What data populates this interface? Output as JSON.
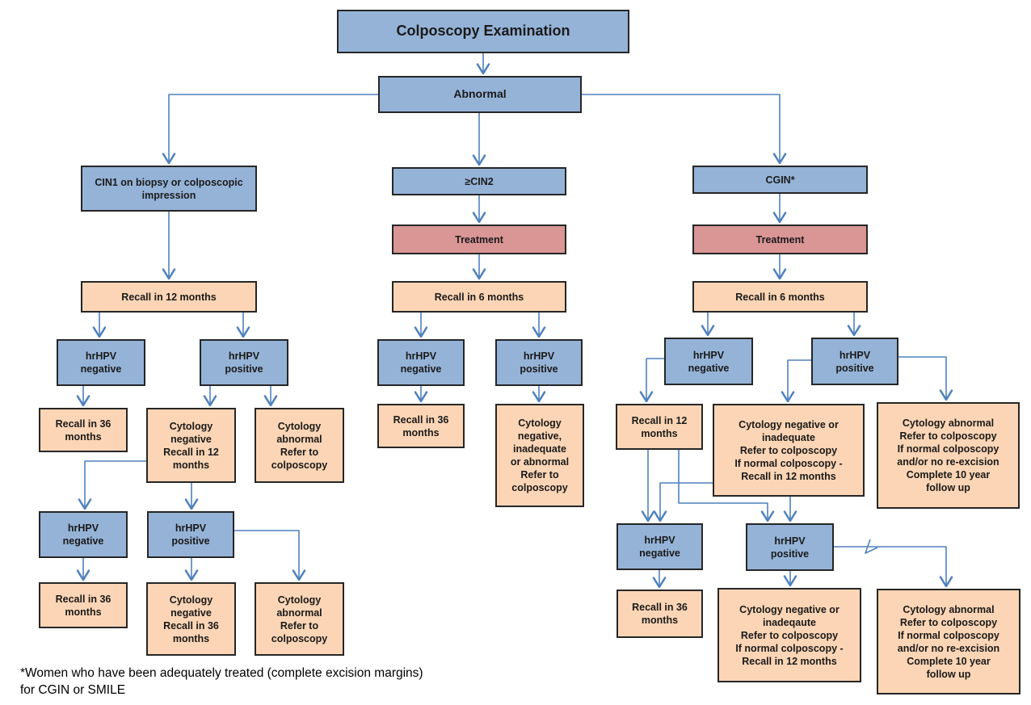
{
  "title": "Colposcopy Examination flowchart",
  "colors": {
    "blue": "#95b3d7",
    "orange": "#fbd5b5",
    "red": "#d99694",
    "arrow": "#4f81bd",
    "border": "#262626"
  },
  "nodes": {
    "title": {
      "label": "Colposcopy Examination",
      "type": "blue"
    },
    "abnormal": {
      "label": "Abnormal",
      "type": "blue"
    },
    "cin1": {
      "label": "CIN1 on biopsy or colposcopic\nimpression",
      "type": "blue"
    },
    "cin2": {
      "label": "≥CIN2",
      "type": "blue"
    },
    "cgin": {
      "label": "CGIN*",
      "type": "blue"
    },
    "treat_mid": {
      "label": "Treatment",
      "type": "red"
    },
    "treat_right": {
      "label": "Treatment",
      "type": "red"
    },
    "recall12_left": {
      "label": "Recall in 12 months",
      "type": "orange"
    },
    "recall6_mid": {
      "label": "Recall in 6 months",
      "type": "orange"
    },
    "recall6_right": {
      "label": "Recall in 6 months",
      "type": "orange"
    },
    "lneg": {
      "label": "hrHPV\nnegative",
      "type": "blue"
    },
    "lpos": {
      "label": "hrHPV\npositive",
      "type": "blue"
    },
    "mneg": {
      "label": "hrHPV\nnegative",
      "type": "blue"
    },
    "mpos": {
      "label": "hrHPV\npositive",
      "type": "blue"
    },
    "rneg": {
      "label": "hrHPV\nnegative",
      "type": "blue"
    },
    "rpos": {
      "label": "hrHPV\npositive",
      "type": "blue"
    },
    "l36a": {
      "label": "Recall in 36\nmonths",
      "type": "orange"
    },
    "lcyt12": {
      "label": "Cytology\nnegative\nRecall in 12\nmonths",
      "type": "orange"
    },
    "labn1": {
      "label": "Cytology\nabnormal\nRefer to\ncolposcopy",
      "type": "orange"
    },
    "m36": {
      "label": "Recall in 36\nmonths",
      "type": "orange"
    },
    "mcyt": {
      "label": "Cytology\nnegative,\ninadequate\nor abnormal\nRefer to\ncolposcopy",
      "type": "orange"
    },
    "r12": {
      "label": "Recall in 12\nmonths",
      "type": "orange"
    },
    "rcytneg": {
      "label": "Cytology negative or\ninadequate\nRefer to colposcopy\nIf normal colposcopy -\nRecall in 12 months",
      "type": "orange"
    },
    "rabn1": {
      "label": "Cytology abnormal\nRefer to colposcopy\nIf normal colposcopy\nand/or no re-excision\nComplete 10 year\nfollow up",
      "type": "orange"
    },
    "lneg2": {
      "label": "hrHPV\nnegative",
      "type": "blue"
    },
    "lpos2": {
      "label": "hrHPV\npositive",
      "type": "blue"
    },
    "rneg2": {
      "label": "hrHPV\nnegative",
      "type": "blue"
    },
    "rpos2": {
      "label": "hrHPV\npositive",
      "type": "blue"
    },
    "l36b": {
      "label": "Recall in 36\nmonths",
      "type": "orange"
    },
    "lcyt36": {
      "label": "Cytology\nnegative\nRecall in 36\nmonths",
      "type": "orange"
    },
    "labn2": {
      "label": "Cytology\nabnormal\nRefer to\ncolposcopy",
      "type": "orange"
    },
    "r36": {
      "label": "Recall in 36\nmonths",
      "type": "orange"
    },
    "rcytneg2": {
      "label": "Cytology negative or\ninadeqaute\nRefer to colposcopy\nIf normal colposcopy -\nRecall in 12 months",
      "type": "orange"
    },
    "rabn2": {
      "label": "Cytology abnormal\nRefer to colposcopy\nIf normal colposcopy\nand/or no re-excision\nComplete 10 year\nfollow up",
      "type": "orange"
    }
  },
  "edges": [
    {
      "from": "title",
      "to": "abnormal"
    },
    {
      "from": "abnormal",
      "to": "cin1"
    },
    {
      "from": "abnormal",
      "to": "cin2"
    },
    {
      "from": "abnormal",
      "to": "cgin"
    },
    {
      "from": "cin1",
      "to": "recall12_left"
    },
    {
      "from": "cin2",
      "to": "treat_mid"
    },
    {
      "from": "treat_mid",
      "to": "recall6_mid"
    },
    {
      "from": "cgin",
      "to": "treat_right"
    },
    {
      "from": "treat_right",
      "to": "recall6_right"
    },
    {
      "from": "recall12_left",
      "to": "lneg"
    },
    {
      "from": "recall12_left",
      "to": "lpos"
    },
    {
      "from": "recall6_mid",
      "to": "mneg"
    },
    {
      "from": "recall6_mid",
      "to": "mpos"
    },
    {
      "from": "recall6_right",
      "to": "rneg"
    },
    {
      "from": "recall6_right",
      "to": "rpos"
    },
    {
      "from": "lneg",
      "to": "l36a"
    },
    {
      "from": "lpos",
      "to": "lcyt12"
    },
    {
      "from": "lpos",
      "to": "labn1"
    },
    {
      "from": "mneg",
      "to": "m36"
    },
    {
      "from": "mpos",
      "to": "mcyt"
    },
    {
      "from": "rneg",
      "to": "r12"
    },
    {
      "from": "rpos",
      "to": "rcytneg"
    },
    {
      "from": "rpos",
      "to": "rabn1"
    },
    {
      "from": "lcyt12",
      "to": "lneg2"
    },
    {
      "from": "lcyt12",
      "to": "lpos2"
    },
    {
      "from": "r12",
      "to": "rneg2"
    },
    {
      "from": "r12",
      "to": "rpos2"
    },
    {
      "from": "rcytneg",
      "to": "rneg2"
    },
    {
      "from": "rcytneg",
      "to": "rpos2"
    },
    {
      "from": "lneg2",
      "to": "l36b"
    },
    {
      "from": "lpos2",
      "to": "lcyt36"
    },
    {
      "from": "lpos2",
      "to": "labn2"
    },
    {
      "from": "rneg2",
      "to": "r36"
    },
    {
      "from": "rpos2",
      "to": "rcytneg2"
    },
    {
      "from": "rpos2",
      "to": "rabn2"
    }
  ],
  "footnote": "*Women who have been adequately treated (complete excision margins)\nfor CGIN or SMILE"
}
